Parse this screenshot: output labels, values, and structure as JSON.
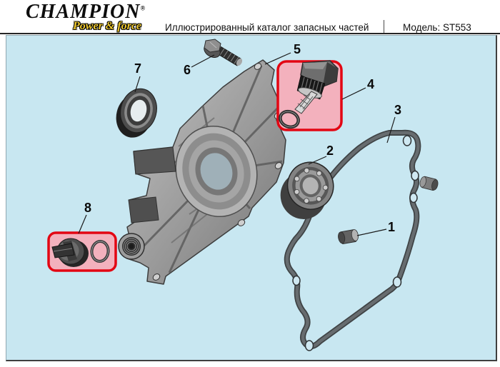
{
  "colors": {
    "accent_red": "#e30613",
    "highlight_pink": "#f3b1bd",
    "panel_blue": "#c8e7f1",
    "logo_gold": "#eec82f"
  },
  "header": {
    "brand": "CHAMPION",
    "registered_mark": "®",
    "tagline": "Power & force",
    "title": "Иллюстрированный каталог запасных частей",
    "model": "Модель: ST553"
  },
  "diagram": {
    "highlighted_parts": [
      "4",
      "8"
    ],
    "callouts": [
      {
        "label": "1"
      },
      {
        "label": "2"
      },
      {
        "label": "3"
      },
      {
        "label": "4"
      },
      {
        "label": "5"
      },
      {
        "label": "6"
      },
      {
        "label": "7"
      },
      {
        "label": "8"
      }
    ]
  }
}
